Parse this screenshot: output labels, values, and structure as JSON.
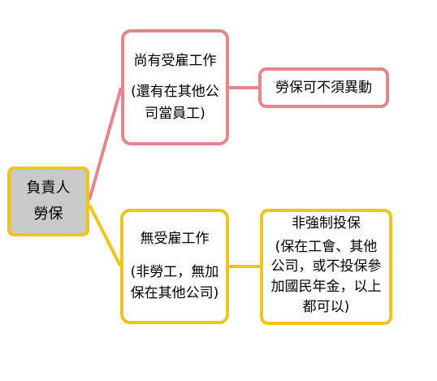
{
  "diagram": {
    "root": {
      "lines": [
        "負責人",
        "勞保"
      ]
    },
    "employed": {
      "title": "尚有受雇工作",
      "notes": [
        "(還有在其他公",
        "司當員工)"
      ],
      "result": "勞保可不須異動"
    },
    "not_employed": {
      "title": "無受雇工作",
      "notes": [
        "(非勞工，無加",
        "保在其他公司)"
      ],
      "result": {
        "title": "非強制投保",
        "notes": [
          "(保在工會、其他",
          "公司，或不投保參",
          "加國民年金，以上",
          "都可以)"
        ]
      }
    },
    "colors": {
      "employed_branch": "#e8848c",
      "not_employed_branch": "#f0c419",
      "root_fill": "#c9c9c9"
    }
  }
}
